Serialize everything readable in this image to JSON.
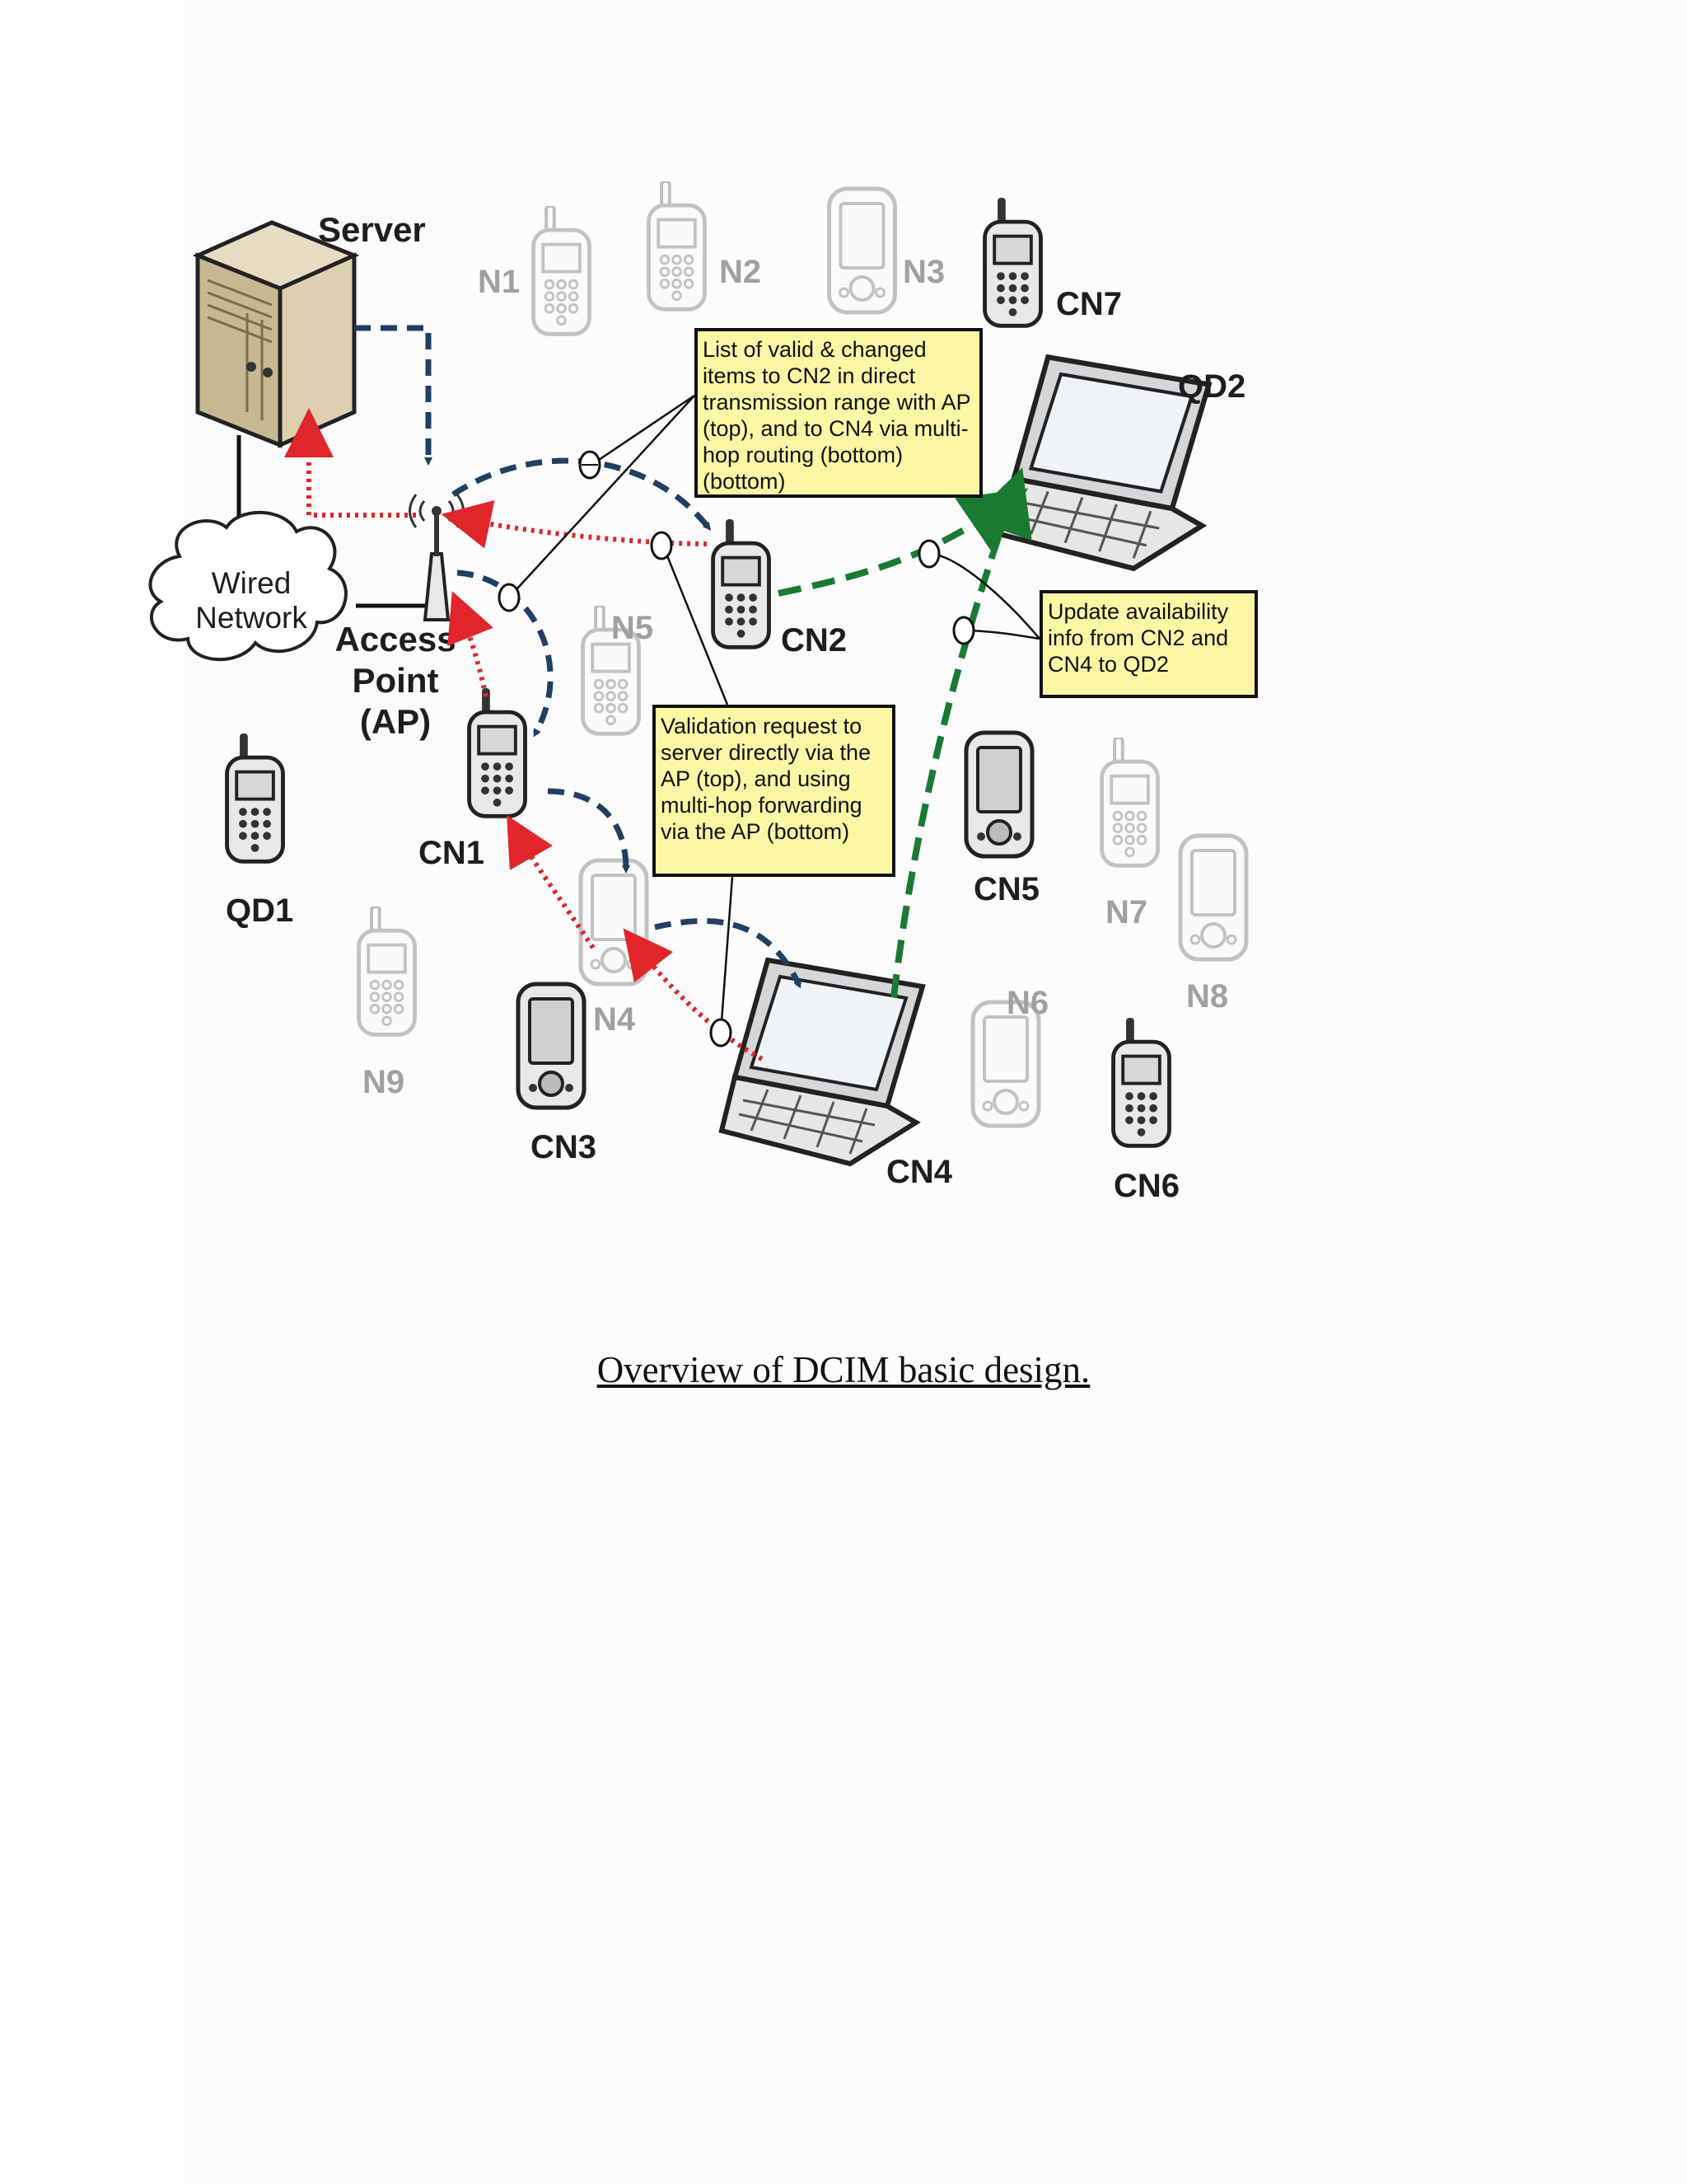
{
  "nodes": {
    "server": "Server",
    "wired_network_line1": "Wired",
    "wired_network_line2": "Network",
    "ap_line1": "Access",
    "ap_line2": "Point",
    "ap_line3": "(AP)",
    "n1": "N1",
    "n2": "N2",
    "n3": "N3",
    "n4": "N4",
    "n5": "N5",
    "n6": "N6",
    "n7": "N7",
    "n8": "N8",
    "n9": "N9",
    "cn1": "CN1",
    "cn2": "CN2",
    "cn3": "CN3",
    "cn4": "CN4",
    "cn5": "CN5",
    "cn6": "CN6",
    "cn7": "CN7",
    "qd1": "QD1",
    "qd2": "QD2"
  },
  "notes": {
    "list_text": "List of valid & changed items to CN2 in direct transmission range with AP (top), and to CN4 via multi-hop routing (bottom) (bottom)",
    "validation_text": "Validation request to server directly via the AP (top), and using multi-hop forwarding via the AP (bottom)",
    "update_text": "Update availability info from CN2 and CN4 to QD2"
  },
  "caption": "Overview of DCIM basic design.",
  "colors": {
    "blue_arrow": "#1f3f63",
    "red_arrow": "#e0262a",
    "green_arrow": "#1a7a32",
    "note_fill": "#fbf7a5"
  }
}
